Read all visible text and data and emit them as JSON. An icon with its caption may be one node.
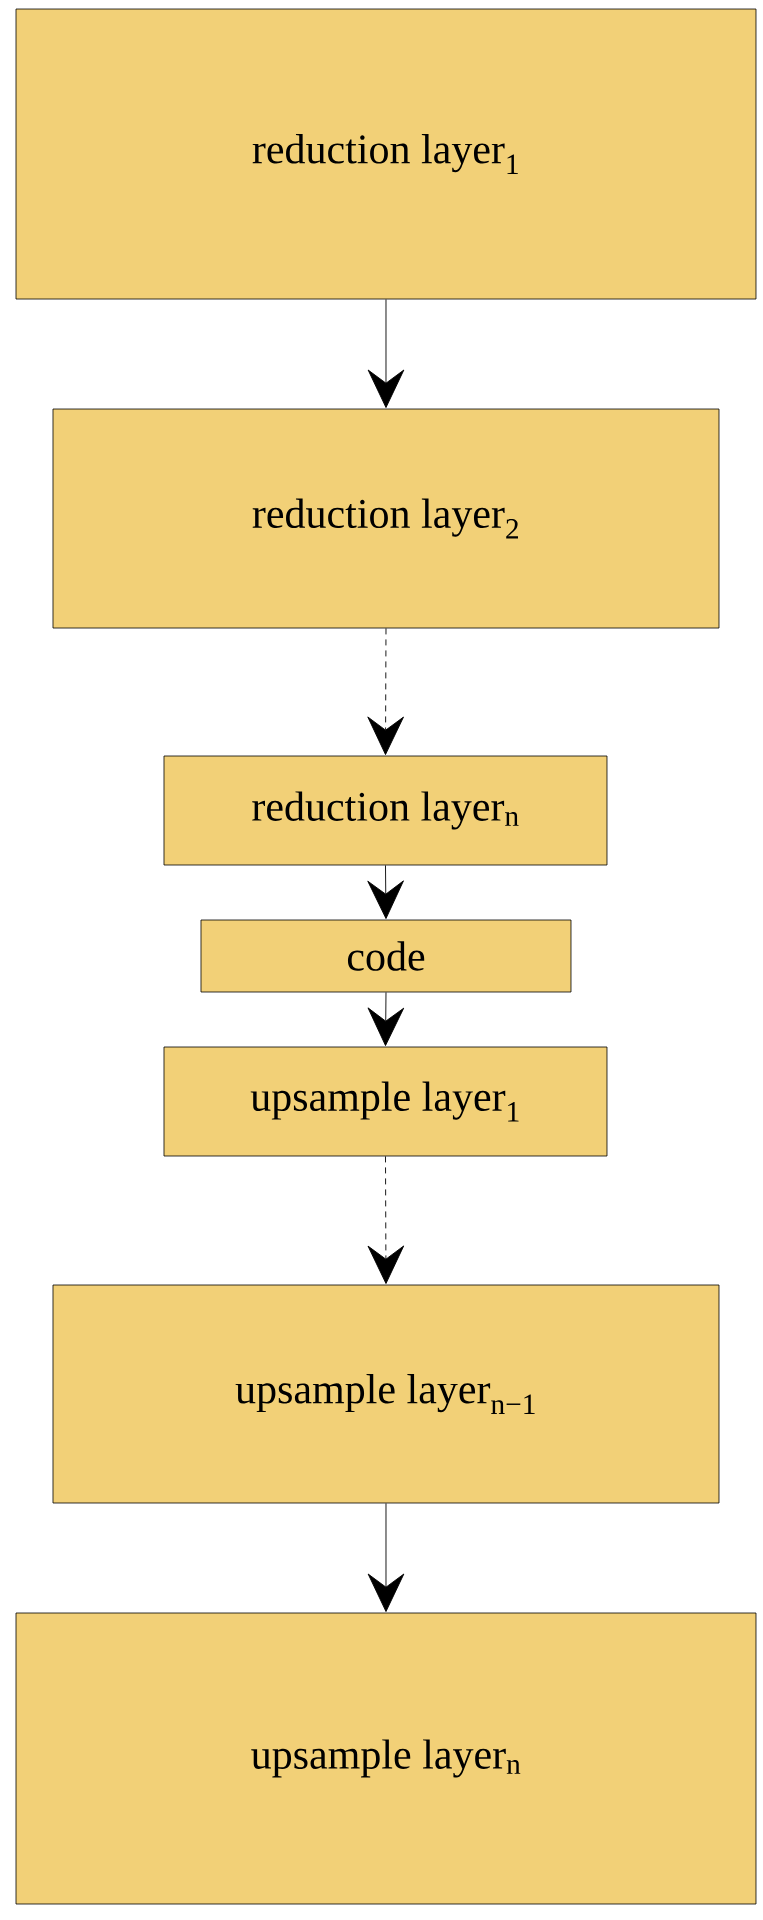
{
  "diagram": {
    "nodes": [
      {
        "text": [
          "reduction layer$_{1}$"
        ]
      },
      {
        "text": [
          "reduction layer$_{2}$"
        ]
      },
      {
        "text": [
          "reduction layer$_{n}$"
        ]
      },
      {
        "text": [
          "code"
        ]
      },
      {
        "text": [
          "upsample layer$_{1}$"
        ]
      },
      {
        "text": [
          "upsample layer$_{n−1}$"
        ]
      },
      {
        "text": [
          "upsample layer$_{n}$"
        ]
      }
    ],
    "edges": [
      {
        "from": 0,
        "to": 1,
        "arrow": "to"
      },
      {
        "from": 1,
        "to": 2,
        "arrow": "to",
        "style": "dashed"
      },
      {
        "from": 2,
        "to": 3,
        "arrow": "to"
      },
      {
        "from": 3,
        "to": 4,
        "arrow": "to"
      },
      {
        "from": 4,
        "to": 5,
        "arrow": "to",
        "style": "dashed"
      },
      {
        "from": 5,
        "to": 6,
        "arrow": "to"
      }
    ]
  }
}
